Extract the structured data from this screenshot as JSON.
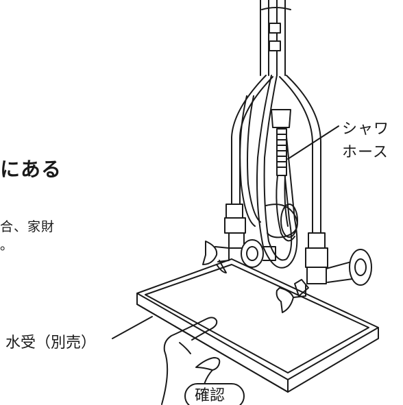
{
  "text": {
    "heading": "にある",
    "body_line1": "合、家財",
    "body_line2": "。"
  },
  "labels": {
    "shower_hose_line1": "シャワ",
    "shower_hose_line2": "ホース",
    "water_tray": "水受（別売）",
    "check": "確認"
  }
}
